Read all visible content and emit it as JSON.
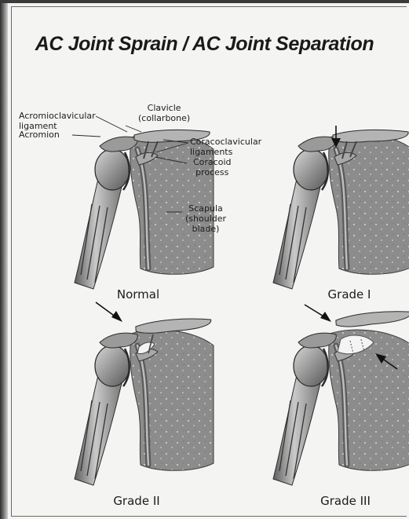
{
  "title": "AC Joint Sprain / AC Joint Separation",
  "labels": {
    "clavicle": "Clavicle",
    "collarbone": "(collarbone)",
    "acromioclavicular": "Acromioclavicular",
    "ligament": "ligament",
    "acromion": "Acromion",
    "coracoclavicular": "Coracoclavicular",
    "ligaments": "ligaments",
    "coracoid": "Coracoid",
    "process": "process",
    "scapula": "Scapula",
    "shoulder": "(shoulder",
    "blade": "blade)"
  },
  "panels": [
    {
      "caption": "Normal"
    },
    {
      "caption": "Grade I"
    },
    {
      "caption": "Grade II"
    },
    {
      "caption": "Grade III"
    }
  ]
}
